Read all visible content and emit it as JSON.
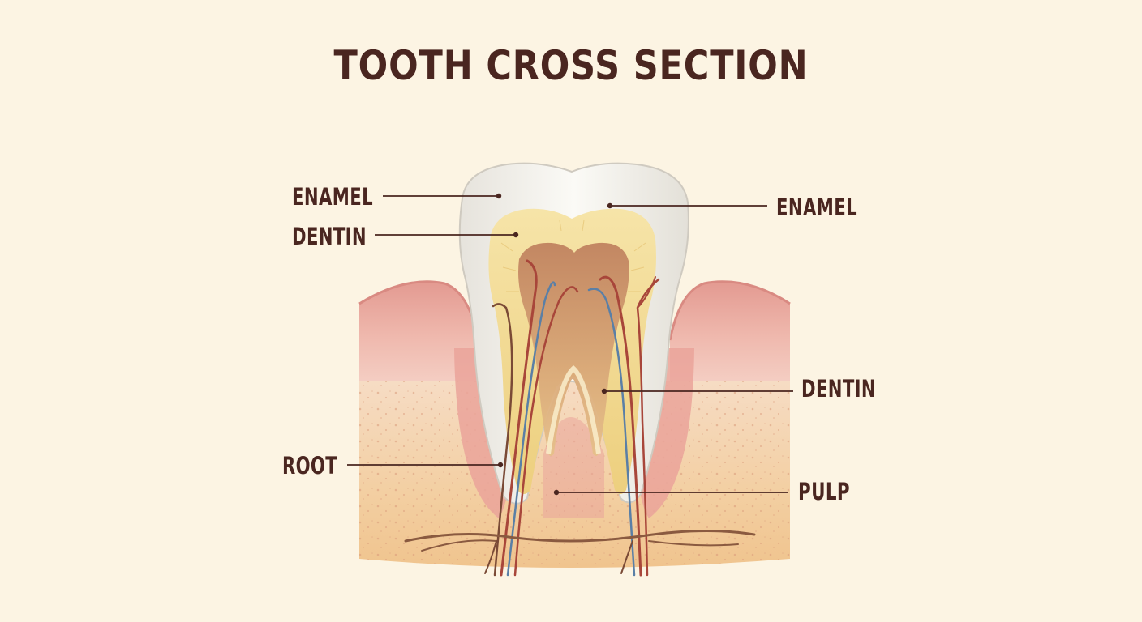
{
  "title": "TOOTH CROSS SECTION",
  "labels": {
    "enamel_left": "ENAMEL",
    "dentin_left": "DENTIN",
    "enamel_right": "ENAMEL",
    "dentin_right": "DENTIN",
    "root": "ROOT",
    "pulp": "PULP"
  },
  "colors": {
    "background": "#fcf4e3",
    "text": "#4a2620",
    "enamel": "#f3f1ec",
    "dentin": "#f1d98e",
    "pulp": "#c8906a",
    "gum": "#e9a49b",
    "bone": "#f3cfa6",
    "nerve": "#7a4a36",
    "artery": "#a8463a",
    "vein": "#5a7fa6"
  }
}
